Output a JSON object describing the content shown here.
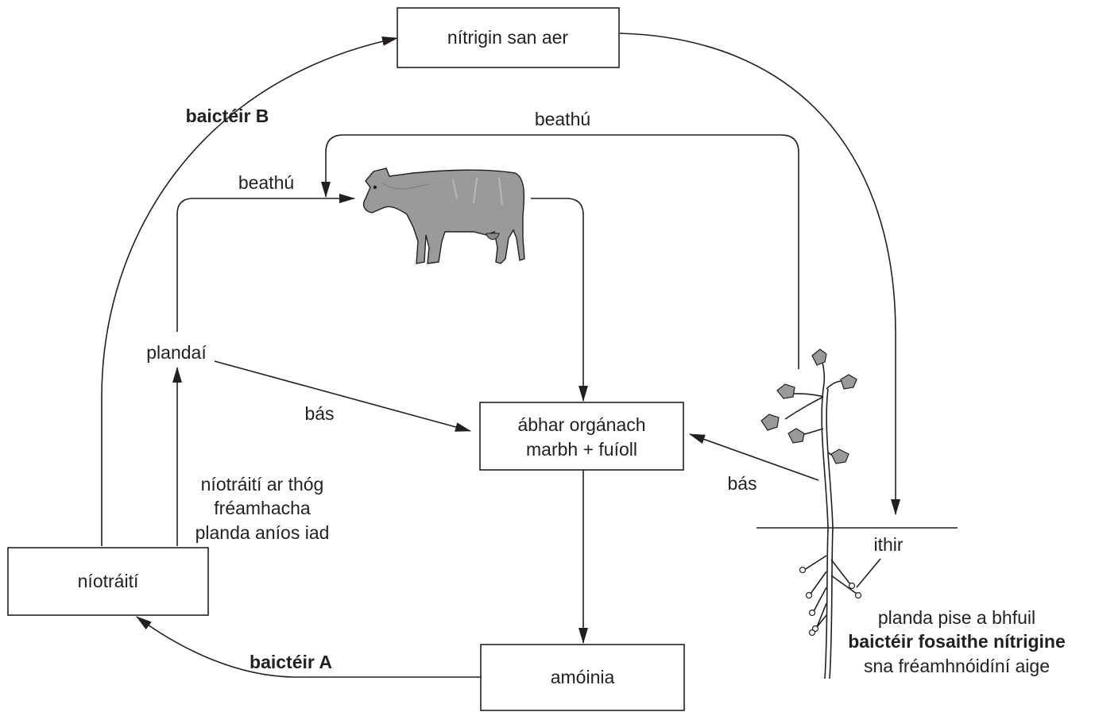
{
  "boxes": {
    "nitrogen_air": "nítrigin san aer",
    "dead_matter_line1": "ábhar orgánach",
    "dead_matter_line2": "marbh + fuíoll",
    "ammonia": "amóinia",
    "nitrates": "níotráití"
  },
  "labels": {
    "bacteria_b": "baictéir B",
    "bacteria_a": "baictéir A",
    "feeding_top": "beathú",
    "feeding_cow": "beathú",
    "plants": "plandaí",
    "death_plants": "bás",
    "death_pea": "bás",
    "uptake_line1": "níotráití ar thóg",
    "uptake_line2": "fréamhacha",
    "uptake_line3": "planda aníos iad",
    "soil": "ithir",
    "pea_line1": "planda pise a bhfuil",
    "pea_line2": "baictéir fosaithe nítrigine",
    "pea_line3": "sna fréamhnóidíní aige"
  },
  "illustrations": {
    "cow": "cow-illustration",
    "pea_plant": "pea-plant-illustration"
  },
  "colors": {
    "ink": "#231f20",
    "cow_fill": "#9a9a9a"
  }
}
